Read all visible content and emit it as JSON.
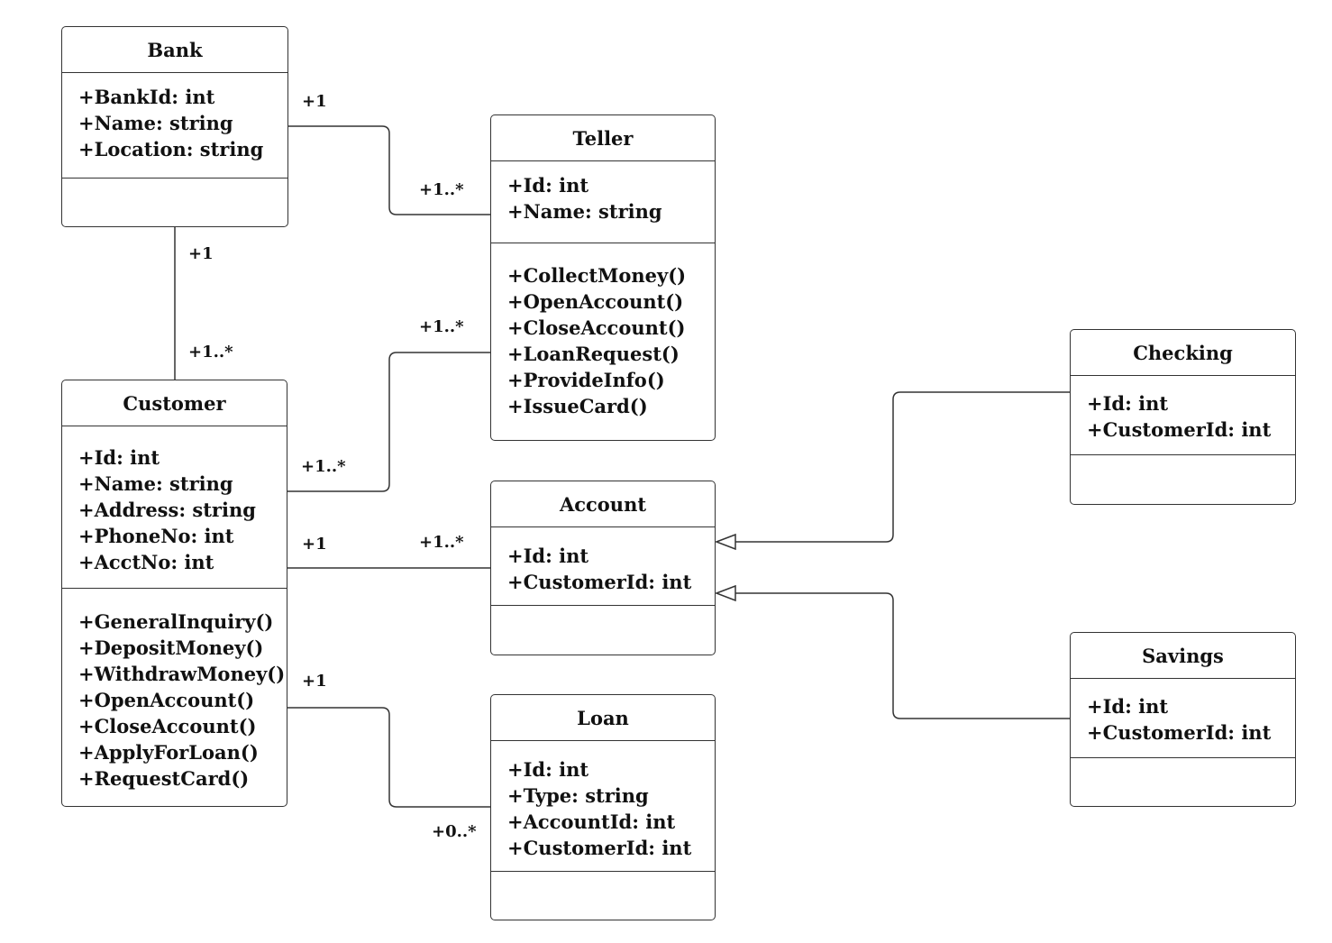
{
  "classes": {
    "bank": {
      "name": "Bank",
      "attributes": [
        "+BankId: int",
        "+Name: string",
        "+Location: string"
      ],
      "operations": []
    },
    "teller": {
      "name": "Teller",
      "attributes": [
        "+Id: int",
        "+Name: string"
      ],
      "operations": [
        "+CollectMoney()",
        "+OpenAccount()",
        "+CloseAccount()",
        "+LoanRequest()",
        "+ProvideInfo()",
        "+IssueCard()"
      ]
    },
    "customer": {
      "name": "Customer",
      "attributes": [
        "+Id: int",
        "+Name: string",
        "+Address: string",
        "+PhoneNo: int",
        "+AcctNo: int"
      ],
      "operations": [
        "+GeneralInquiry()",
        "+DepositMoney()",
        "+WithdrawMoney()",
        "+OpenAccount()",
        "+CloseAccount()",
        "+ApplyForLoan()",
        "+RequestCard()"
      ]
    },
    "account": {
      "name": "Account",
      "attributes": [
        "+Id: int",
        "+CustomerId: int"
      ],
      "operations": []
    },
    "loan": {
      "name": "Loan",
      "attributes": [
        "+Id: int",
        "+Type: string",
        "+AccountId: int",
        "+CustomerId: int"
      ],
      "operations": []
    },
    "checking": {
      "name": "Checking",
      "attributes": [
        "+Id: int",
        "+CustomerId: int"
      ],
      "operations": []
    },
    "savings": {
      "name": "Savings",
      "attributes": [
        "+Id: int",
        "+CustomerId: int"
      ],
      "operations": []
    }
  },
  "associations": {
    "bank_teller": {
      "from": "Bank",
      "to": "Teller",
      "from_mult": "+1",
      "to_mult": "+1..*"
    },
    "bank_customer": {
      "from": "Bank",
      "to": "Customer",
      "from_mult": "+1",
      "to_mult": "+1..*"
    },
    "customer_teller": {
      "from": "Customer",
      "to": "Teller",
      "from_mult": "+1..*",
      "to_mult": "+1..*"
    },
    "customer_account": {
      "from": "Customer",
      "to": "Account",
      "from_mult": "+1",
      "to_mult": "+1..*"
    },
    "customer_loan": {
      "from": "Customer",
      "to": "Loan",
      "from_mult": "+1",
      "to_mult": "+0..*"
    }
  },
  "generalizations": [
    {
      "child": "Checking",
      "parent": "Account"
    },
    {
      "child": "Savings",
      "parent": "Account"
    }
  ]
}
